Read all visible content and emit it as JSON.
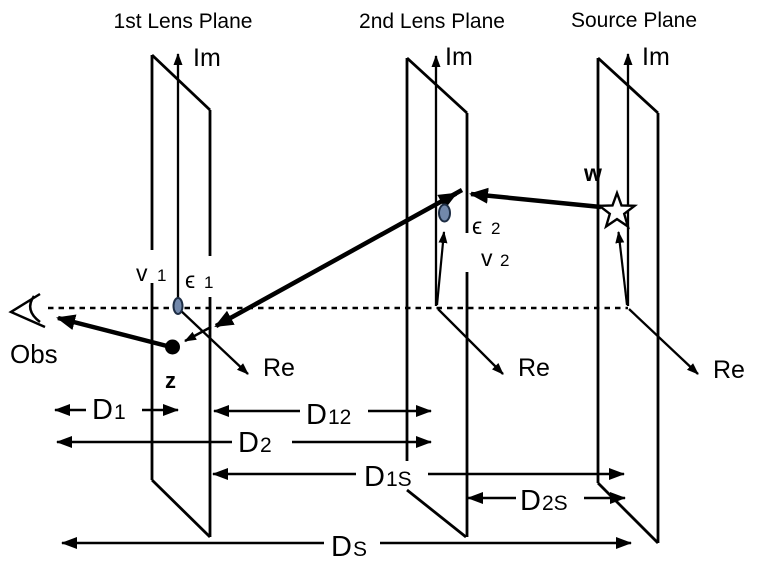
{
  "diagram": {
    "titles": {
      "plane1": "1st Lens Plane",
      "plane2": "2nd Lens Plane",
      "source_plane": "Source Plane"
    },
    "axis_labels": {
      "im": "Im",
      "re": "Re"
    },
    "observer": {
      "label": "Obs"
    },
    "points": {
      "z": "z",
      "w": "w",
      "v1": {
        "base": "v",
        "sub": "1"
      },
      "eps1": {
        "base": "ϵ",
        "sub": "1"
      },
      "eps2": {
        "base": "ϵ",
        "sub": "2"
      },
      "v2": {
        "base": "v",
        "sub": "2"
      }
    },
    "distances": {
      "d1": {
        "base": "D",
        "sub": "1"
      },
      "d12": {
        "base": "D",
        "sub": "12"
      },
      "d2": {
        "base": "D",
        "sub": "2"
      },
      "d1s": {
        "base": "D",
        "sub": "1S"
      },
      "d2s": {
        "base": "D",
        "sub": "2S"
      },
      "ds": {
        "base": "D",
        "sub": "S"
      }
    },
    "colors": {
      "line": "#000000",
      "lens_marker_fill": "#7288ab",
      "lens_marker_stroke": "#1d2d44",
      "star_fill": "#ffffff",
      "background": "#ffffff"
    }
  }
}
